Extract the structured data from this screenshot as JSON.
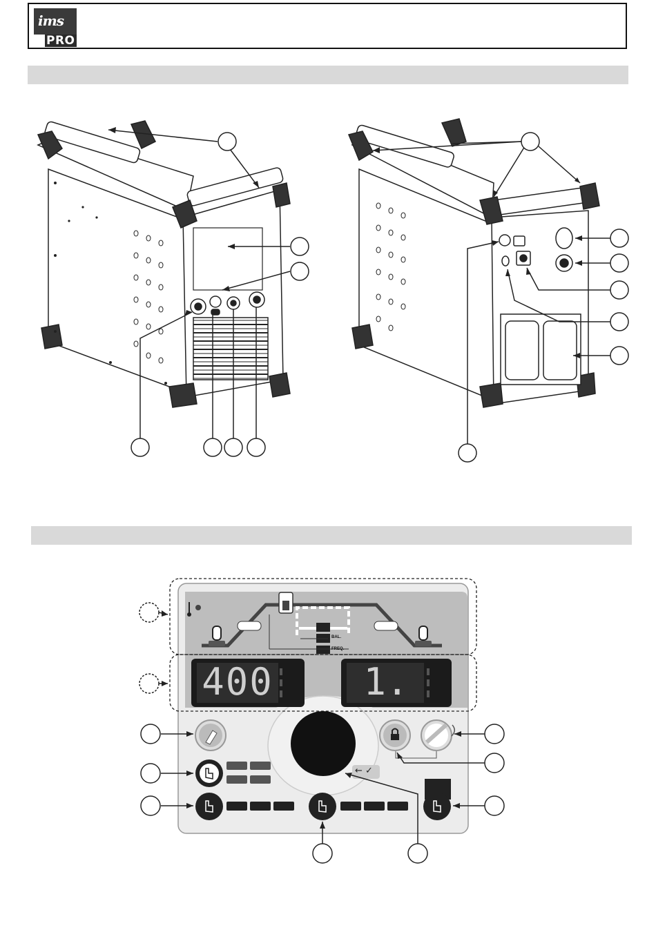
{
  "logo": {
    "brand": "ims",
    "sub": "PRO"
  },
  "panel": {
    "display_left": "400",
    "display_right": "1.",
    "bal_label": "BAL.",
    "freq_label": "FREQ."
  },
  "icons": [
    "thermometer-icon",
    "torch-icon",
    "hand-press-icon",
    "lock-icon",
    "undo-arrow-icon",
    "checkmark-icon"
  ]
}
